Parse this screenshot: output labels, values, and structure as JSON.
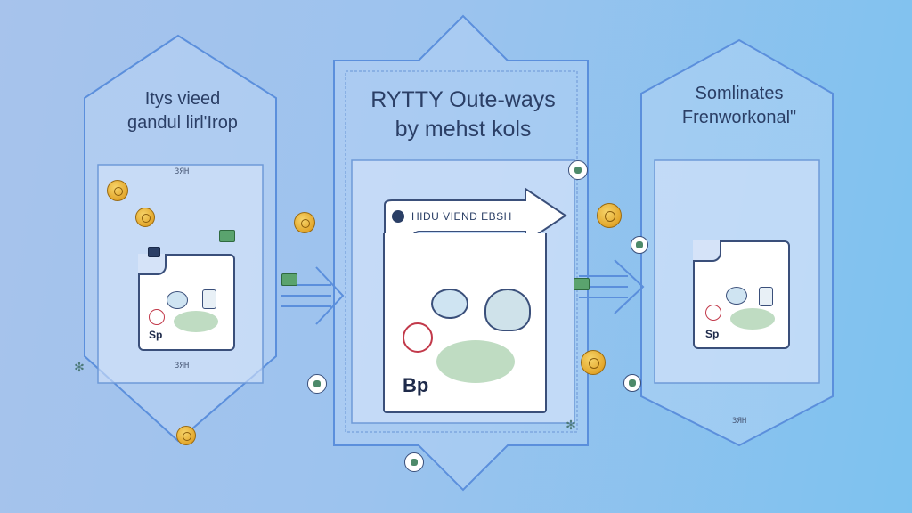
{
  "panels": {
    "left": {
      "title_line1": "Itys vieed",
      "title_line2": "gandul lirl'Irop",
      "tag_top": "ЗЯН",
      "tag_bottom": "ЗЯН",
      "card_label": "Sp"
    },
    "center": {
      "title_line1": "RYTTY Oute-ways",
      "title_line2": "by mehst kols",
      "arrow_label": "HIDU VIEND EBSH",
      "card_label": "Bp"
    },
    "right": {
      "title_line1": "Somlinates",
      "title_line2": "Frenworkonal\"",
      "tag_bottom": "ЗЯН",
      "card_label": "Sp"
    }
  },
  "colors": {
    "panel_stroke": "#4f86d4",
    "card_stroke": "#3a4f7a",
    "coin": "#e3a72c",
    "accent_green": "#5aa36e",
    "accent_red": "#c2394a"
  },
  "icons": [
    "coin-icon",
    "leaf-chip-icon",
    "snowflake-icon",
    "badge-icon",
    "shield-icon",
    "arrow-right-icon"
  ]
}
